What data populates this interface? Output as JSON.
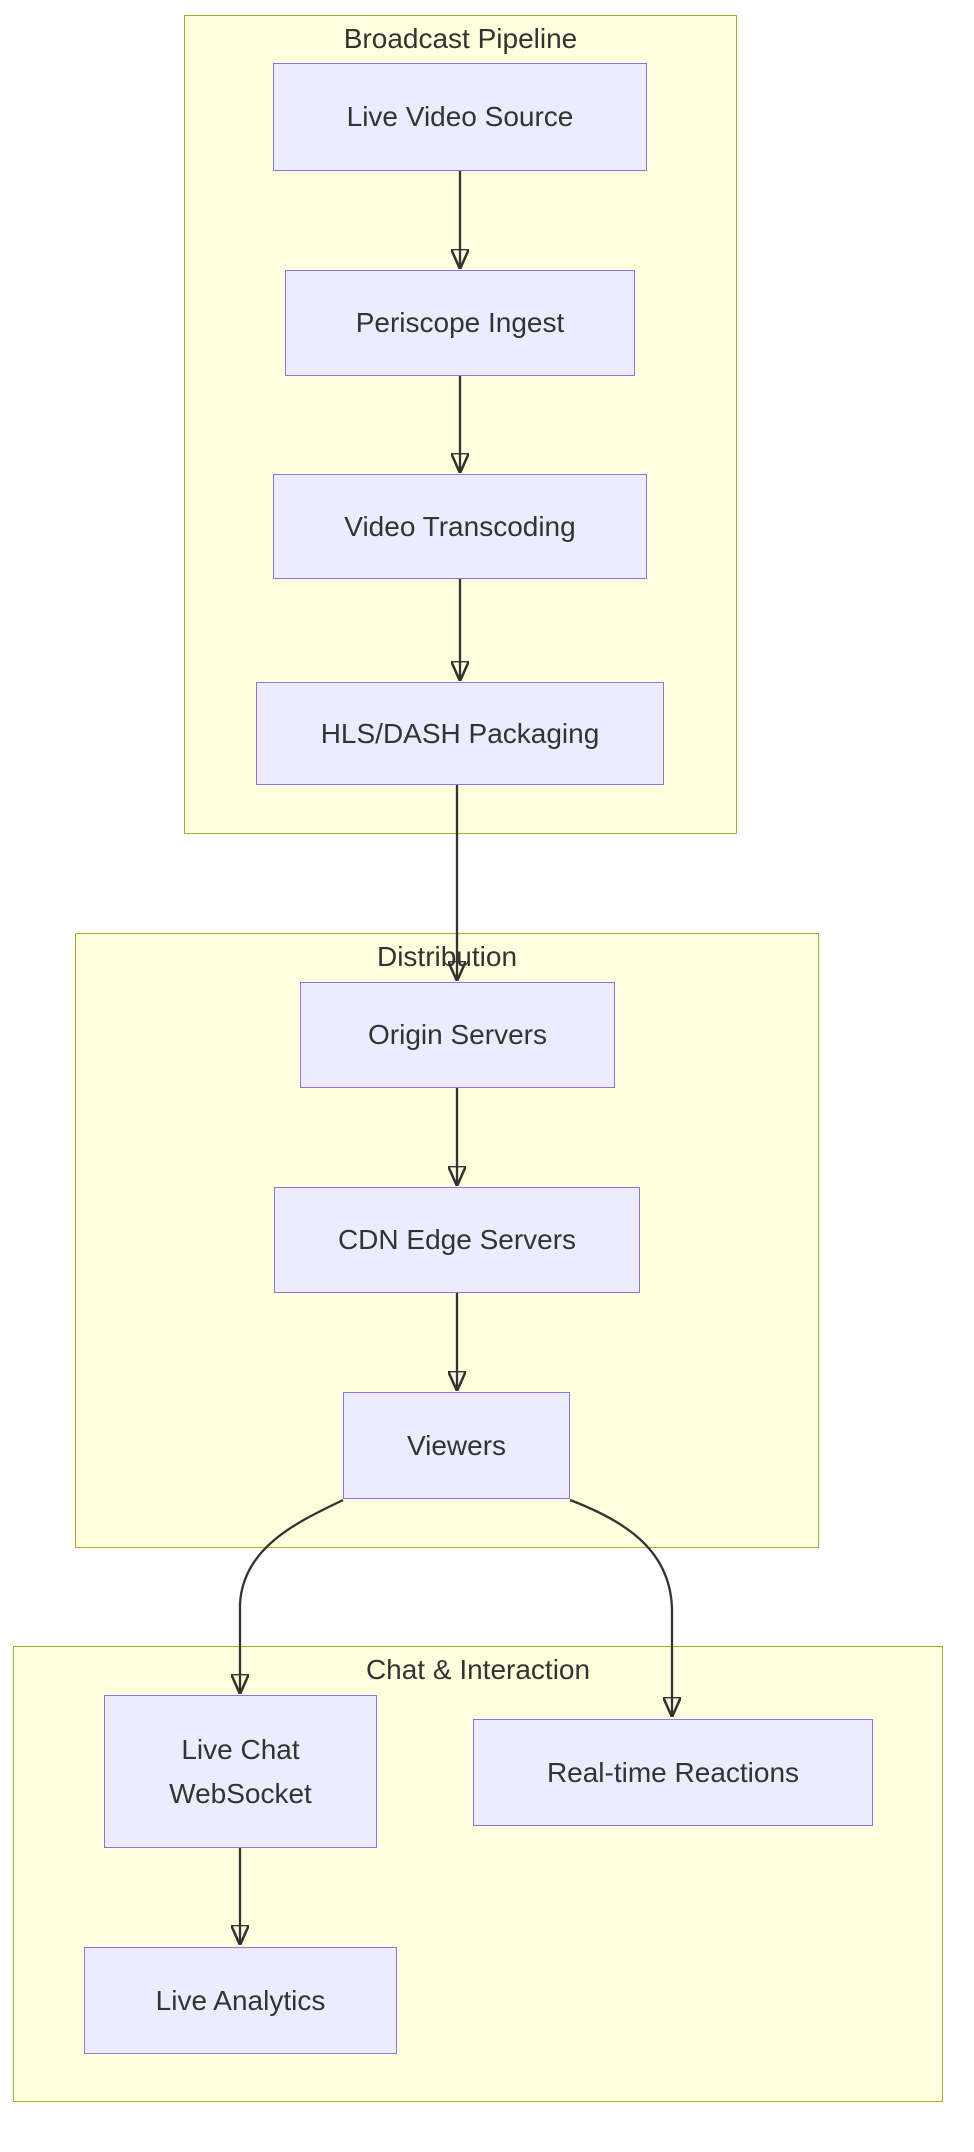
{
  "diagram": {
    "type": "flowchart",
    "direction": "top-down",
    "clusters": [
      {
        "id": "broadcast-pipeline",
        "label": "Broadcast Pipeline",
        "nodes": [
          {
            "id": "live-video-source",
            "label": "Live Video Source"
          },
          {
            "id": "periscope-ingest",
            "label": "Periscope Ingest"
          },
          {
            "id": "video-transcoding",
            "label": "Video Transcoding"
          },
          {
            "id": "hls-dash-packaging",
            "label": "HLS/DASH Packaging"
          }
        ]
      },
      {
        "id": "distribution",
        "label": "Distribution",
        "nodes": [
          {
            "id": "origin-servers",
            "label": "Origin Servers"
          },
          {
            "id": "cdn-edge-servers",
            "label": "CDN Edge Servers"
          },
          {
            "id": "viewers",
            "label": "Viewers"
          }
        ]
      },
      {
        "id": "chat-interaction",
        "label": "Chat & Interaction",
        "nodes": [
          {
            "id": "live-chat-websocket",
            "label": "Live Chat\nWebSocket"
          },
          {
            "id": "realtime-reactions",
            "label": "Real-time Reactions"
          },
          {
            "id": "live-analytics",
            "label": "Live Analytics"
          }
        ]
      }
    ],
    "edges": [
      {
        "from": "Live Video Source",
        "to": "Periscope Ingest"
      },
      {
        "from": "Periscope Ingest",
        "to": "Video Transcoding"
      },
      {
        "from": "Video Transcoding",
        "to": "HLS/DASH Packaging"
      },
      {
        "from": "HLS/DASH Packaging",
        "to": "Origin Servers"
      },
      {
        "from": "Origin Servers",
        "to": "CDN Edge Servers"
      },
      {
        "from": "CDN Edge Servers",
        "to": "Viewers"
      },
      {
        "from": "Viewers",
        "to": "Live Chat WebSocket"
      },
      {
        "from": "Viewers",
        "to": "Real-time Reactions"
      },
      {
        "from": "Live Chat WebSocket",
        "to": "Live Analytics"
      }
    ],
    "colors": {
      "node_fill": "#ECECFF",
      "node_border": "#9370DB",
      "cluster_fill": "#FFFFDE",
      "cluster_border": "#AAAA33",
      "edge": "#333333",
      "text": "#333333",
      "background": "#FFFFFF"
    }
  }
}
